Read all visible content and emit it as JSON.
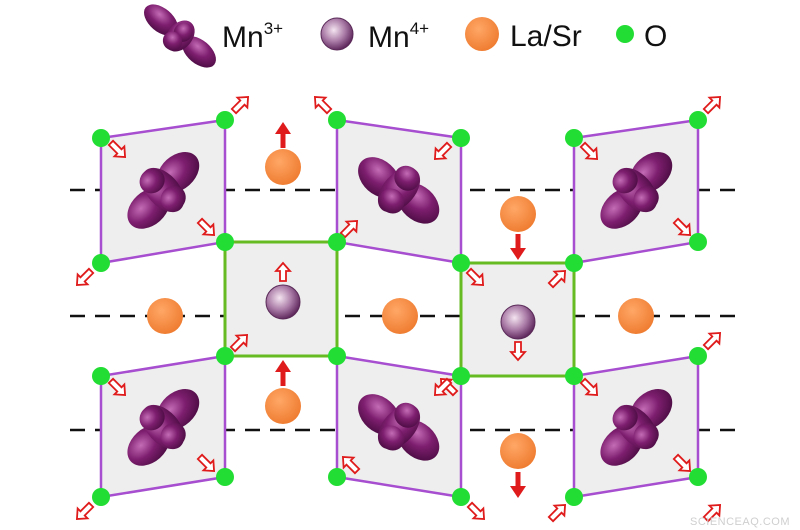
{
  "legend": {
    "mn3_base": "Mn",
    "mn3_charge": "3+",
    "mn4_base": "Mn",
    "mn4_charge": "4+",
    "la_sr": "La/Sr",
    "oxygen": "O"
  },
  "watermark": "SCIENCEAQ.COM",
  "colors": {
    "mn3_orbital": "#7a1c6c",
    "mn4_ion": "#8e5a8e",
    "la_sr_ion": "#f5883e",
    "oxygen_ion": "#22dd33",
    "mn3_octahedron_edge": "#a64ecf",
    "mn4_octahedron_edge": "#66bb22",
    "octahedron_fill": "#eeeeee",
    "displacement_arrow": "#e01b1b"
  }
}
